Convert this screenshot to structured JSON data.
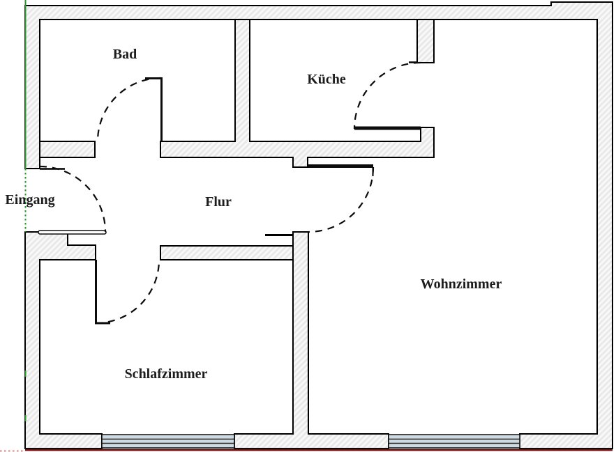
{
  "diagram": {
    "type": "apartment-floor-plan",
    "rooms": {
      "bad": "Bad",
      "kueche": "Küche",
      "eingang": "Eingang",
      "flur": "Flur",
      "wohnzimmer": "Wohnzimmer",
      "schlafzimmer": "Schlafzimmer"
    },
    "door_count": 5,
    "window_count": 2
  },
  "colors": {
    "wall_outline": "#000000",
    "wall_fill": "#e8e8e8",
    "hatch_stripe": "#f8f8f8",
    "door_arc": "#0c0c0c",
    "label_text": "#1d1d1d",
    "selection_green": "#2f8f2f",
    "window_glass": "#ccdae3",
    "window_frame": "#111111",
    "baseline_dark_red": "#6e1211",
    "baseline_dotted_red": "#d98080",
    "background": "#ffffff"
  }
}
